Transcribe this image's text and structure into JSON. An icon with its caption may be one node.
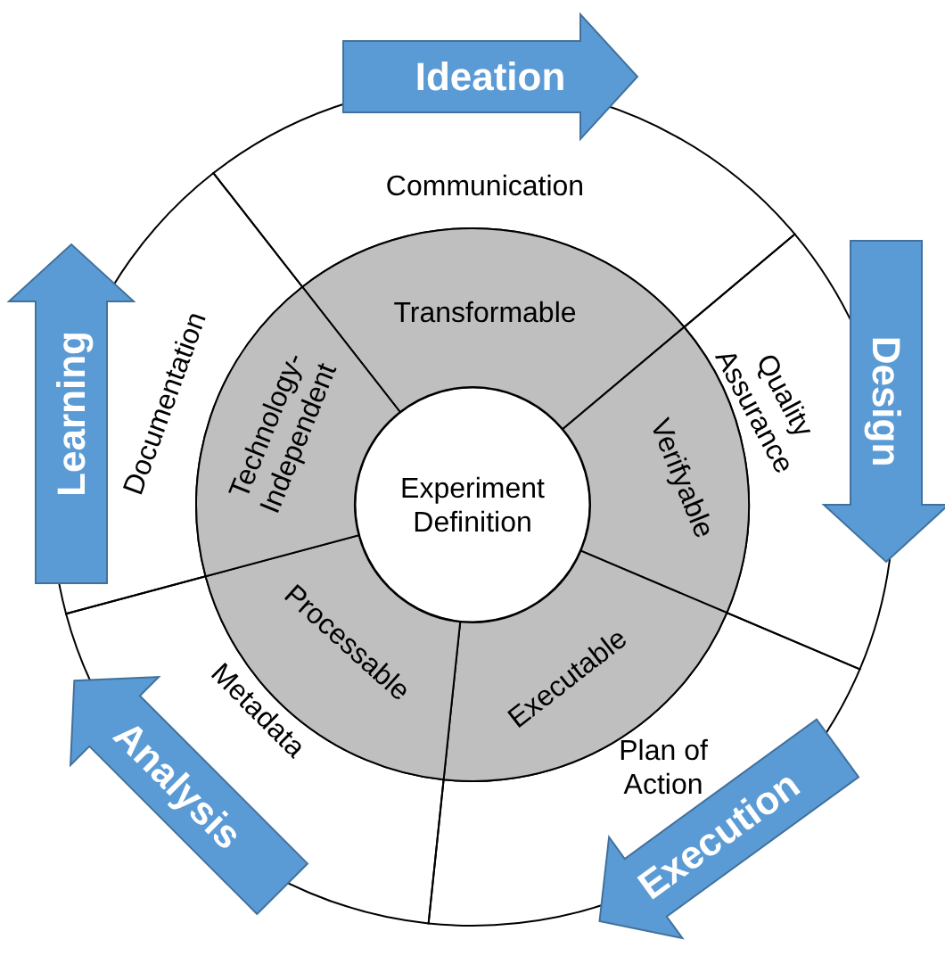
{
  "diagram": {
    "nodes": [
      {
        "text": [
          "Experiment Definition"
        ]
      },
      {
        "text": [
          "Transformable"
        ]
      },
      {
        "text": [
          "Verifyable"
        ]
      },
      {
        "text": [
          "Executable"
        ]
      },
      {
        "text": [
          "Processable"
        ]
      },
      {
        "text": [
          "Technology-Independent"
        ]
      },
      {
        "text": [
          "Communication"
        ]
      },
      {
        "text": [
          "Quality Assurance"
        ]
      },
      {
        "text": [
          "Plan of Action"
        ]
      },
      {
        "text": [
          "Metadata"
        ]
      },
      {
        "text": [
          "Documentation"
        ]
      },
      {
        "text": [
          "Ideation"
        ]
      },
      {
        "text": [
          "Design"
        ]
      },
      {
        "text": [
          "Execution"
        ]
      },
      {
        "text": [
          "Analysis"
        ]
      },
      {
        "text": [
          "Learning"
        ]
      }
    ],
    "edges": []
  }
}
